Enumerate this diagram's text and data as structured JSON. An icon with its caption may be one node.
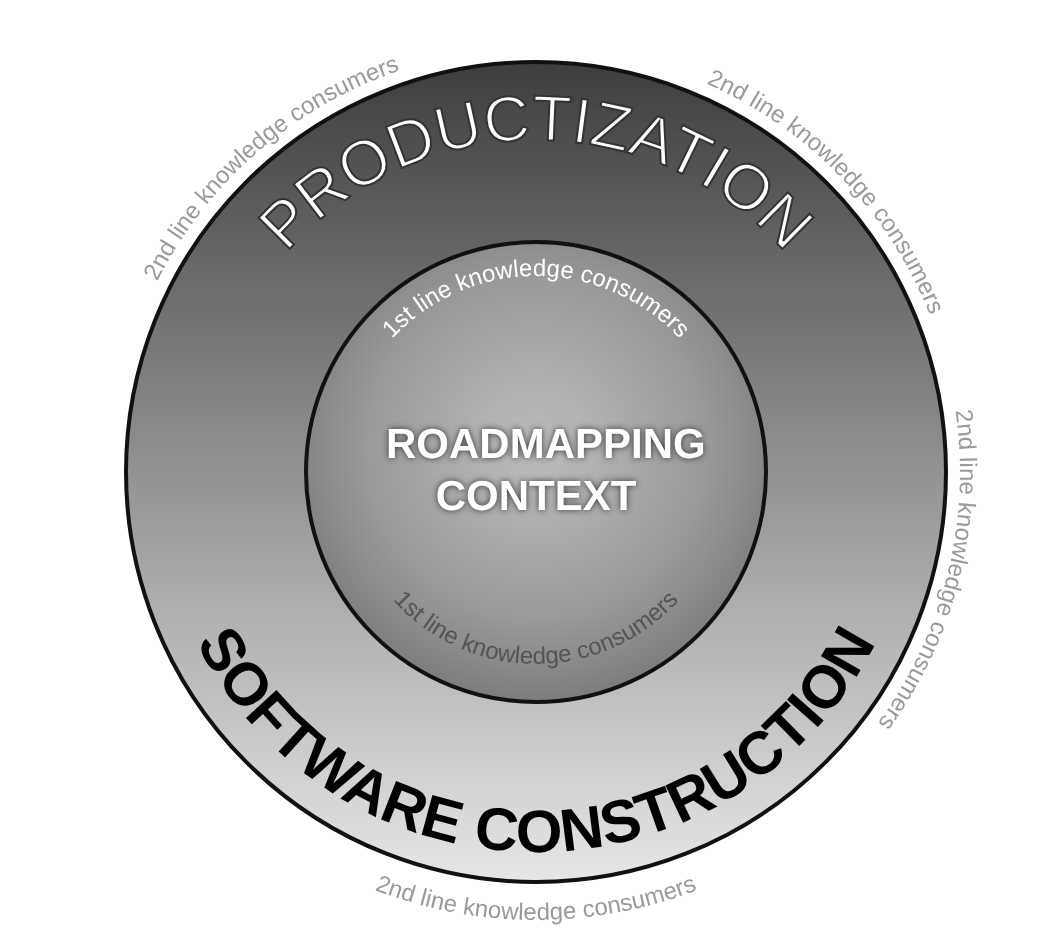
{
  "diagram": {
    "nodes": [
      {
        "text": [
          "PRODUCTIZATION",
          "SOFTWARE CONSTRUCTION"
        ],
        "beside": [
          "2nd line knowledge consumers",
          "2nd line knowledge consumers",
          "2nd line knowledge consumers",
          "2nd line knowledge consumers"
        ]
      },
      {
        "text": [
          "1st line knowledge consumers",
          "ROADMAPPING CONTEXT",
          "1st line knowledge consumers"
        ],
        "in": 0
      }
    ]
  }
}
